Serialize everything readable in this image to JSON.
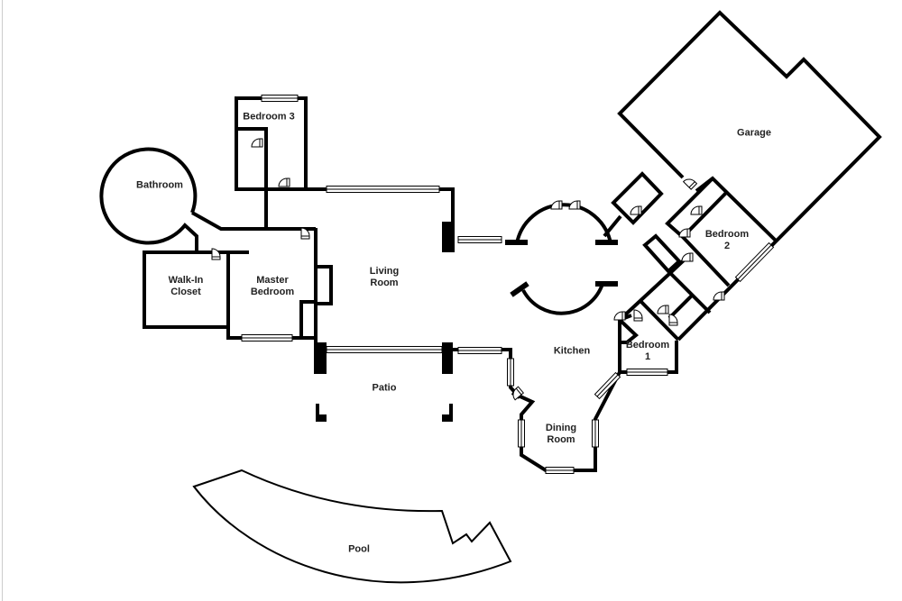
{
  "rooms": {
    "bedroom3": "Bedroom 3",
    "bathroom": "Bathroom",
    "walkin_1": "Walk-In",
    "walkin_2": "Closet",
    "master_1": "Master",
    "master_2": "Bedroom",
    "living_1": "Living",
    "living_2": "Room",
    "patio": "Patio",
    "kitchen": "Kitchen",
    "dining_1": "Dining",
    "dining_2": "Room",
    "garage": "Garage",
    "bedroom2_1": "Bedroom",
    "bedroom2_2": "2",
    "bedroom1_1": "Bedroom",
    "bedroom1_2": "1",
    "pool": "Pool"
  },
  "colors": {
    "wall": "#000000",
    "background": "#ffffff"
  }
}
